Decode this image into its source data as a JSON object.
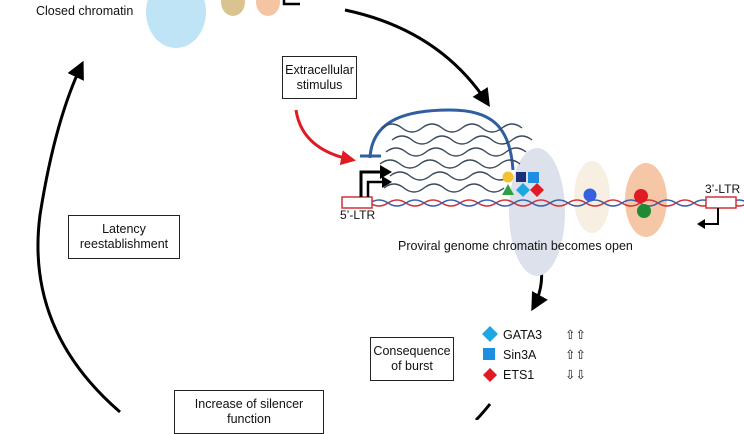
{
  "labels": {
    "closed_chromatin": "Closed chromatin",
    "extracellular_stimulus_line1": "Extracellular",
    "extracellular_stimulus_line2": "stimulus",
    "ltr_5": "5’-LTR",
    "ltr_3": "3’-LTR",
    "open_chromatin": "Proviral genome chromatin becomes open",
    "latency_line1": "Latency",
    "latency_line2": "reestablishment",
    "consequence_line1": "Consequence",
    "consequence_line2": "of burst",
    "silencer_line1": "Increase of silencer",
    "silencer_line2": "function"
  },
  "legend": [
    {
      "marker": "diamond",
      "color": "#1ea7e0",
      "name": "GATA3",
      "change": "⇧⇧"
    },
    {
      "marker": "square",
      "color": "#1e8fe0",
      "name": "Sin3A",
      "change": "⇧⇧"
    },
    {
      "marker": "diamond",
      "color": "#e01b24",
      "name": "ETS1",
      "change": "⇩⇩"
    }
  ],
  "colors": {
    "nucleosome_light_blue": "#bfe4f6",
    "nucleosome_tan": "#d9c38f",
    "nucleosome_peach": "#f4c4a3",
    "stimulus_arrow": "#e01b24",
    "repression_arc": "#2f5fa0",
    "rna_waves": "#3a4a5c",
    "dna_red": "#d0333a",
    "dna_blue": "#3c5fa8"
  }
}
